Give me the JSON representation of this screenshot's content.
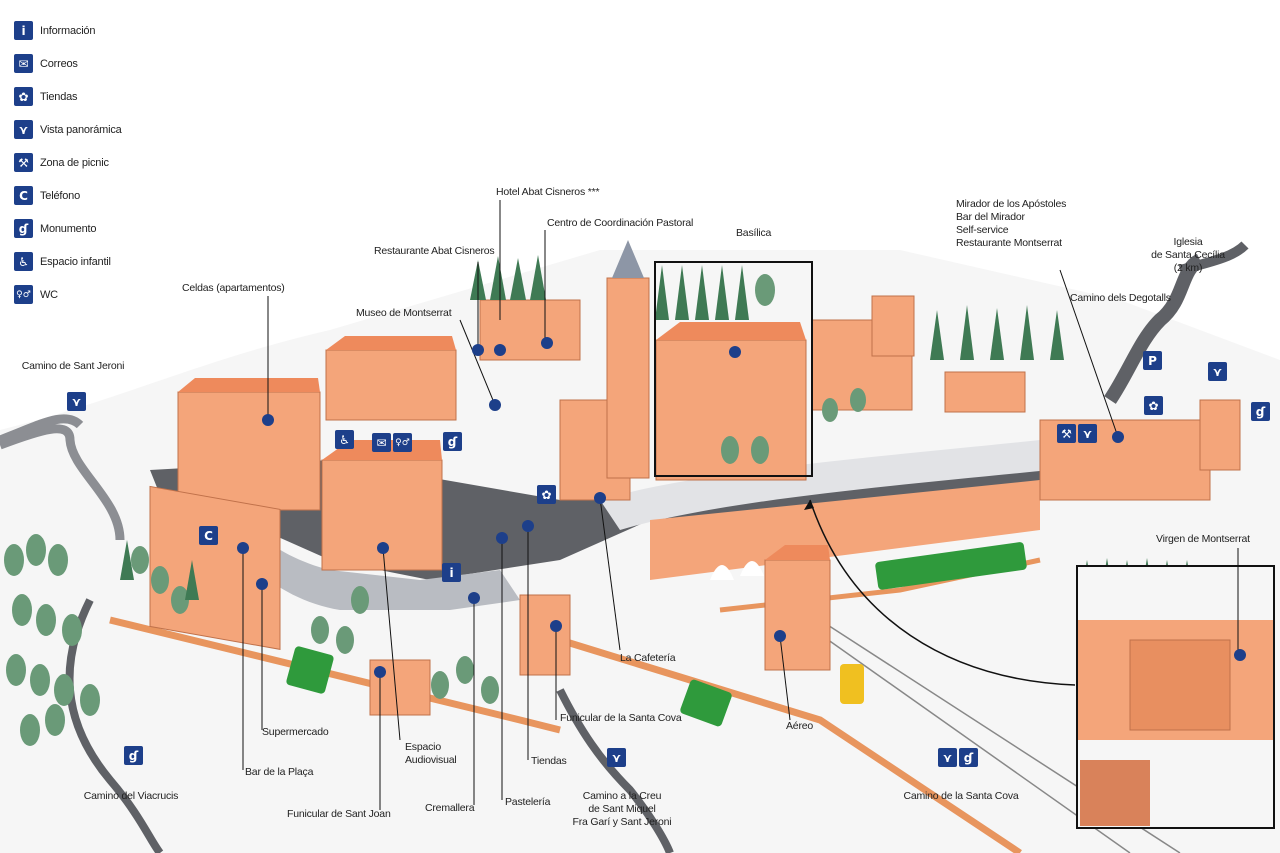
{
  "legend": [
    {
      "icon": "info-icon",
      "glyph": "i",
      "label": "Información"
    },
    {
      "icon": "mail-icon",
      "glyph": "✉",
      "label": "Correos"
    },
    {
      "icon": "shop-icon",
      "glyph": "✿",
      "label": "Tiendas"
    },
    {
      "icon": "panorama-icon",
      "glyph": "⋎",
      "label": "Vista panorámica"
    },
    {
      "icon": "picnic-icon",
      "glyph": "⚒",
      "label": "Zona de picnic"
    },
    {
      "icon": "phone-icon",
      "glyph": "C",
      "label": "Teléfono"
    },
    {
      "icon": "monument-icon",
      "glyph": "ɠ",
      "label": "Monumento"
    },
    {
      "icon": "playground-icon",
      "glyph": "♿",
      "label": "Espacio infantil"
    },
    {
      "icon": "wc-icon",
      "glyph": "♀♂",
      "label": "WC"
    }
  ],
  "labels": {
    "camino_sant_jeroni": "Camino de Sant Jeroni",
    "celdas": "Celdas (apartamentos)",
    "restaurante_abat": "Restaurante Abat Cisneros",
    "hotel_abat": "Hotel Abat Cisneros ***",
    "centro_coordinacion": "Centro de Coordinación Pastoral",
    "basilica": "Basílica",
    "museo": "Museo de Montserrat",
    "mirador_1": "Mirador de los Apóstoles",
    "mirador_2": "Bar del Mirador",
    "mirador_3": "Self-service",
    "mirador_4": "Restaurante Montserrat",
    "iglesia_1": "Iglesia",
    "iglesia_2": "de Santa Cecília",
    "iglesia_3": "(2 km)",
    "camino_degotalls": "Camino dels Degotalls",
    "virgen": "Virgen de Montserrat",
    "la_cafeteria": "La Cafetería",
    "aereo": "Aéreo",
    "funicular_santa_cova": "Funicular de la Santa Cova",
    "supermercado": "Supermercado",
    "bar_placa": "Bar de la Plaça",
    "espacio_1": "Espacio",
    "espacio_2": "Audiovisual",
    "tiendas": "Tiendas",
    "pasteleria": "Pastelería",
    "cremallera": "Cremallera",
    "funicular_sant_joan": "Funicular de Sant Joan",
    "camino_creu_1": "Camino a la Creu",
    "camino_creu_2": "de Sant Miquel",
    "camino_creu_3": "Fra Garí y Sant Jeroni",
    "camino_viacrucis": "Camino del Viacrucis",
    "camino_santa_cova": "Camino de la Santa Cova"
  },
  "map_icons": {
    "p": "P"
  },
  "colors": {
    "building": "#f4a57a",
    "building_dark": "#d9825a",
    "roof": "#ee8a5c",
    "road": "#5f6166",
    "road_light": "#b9bcc2",
    "tree": "#6a9a78",
    "tree_dark": "#3f7a54",
    "train": "#2f9a3c",
    "rail": "#e8955e",
    "marker": "#1d3f8a",
    "cable_car": "#f0c020"
  }
}
